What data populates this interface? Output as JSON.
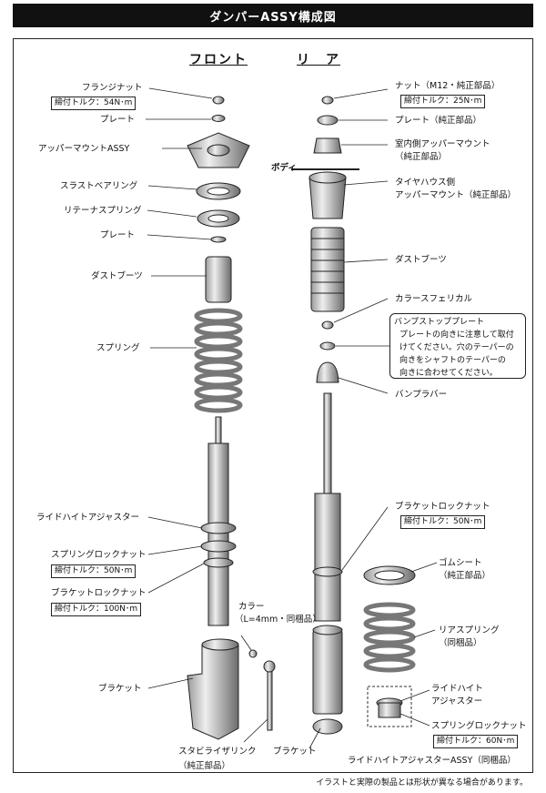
{
  "title": "ダンパーASSY構成図",
  "headers": {
    "front": "フロント",
    "rear": "リ　ア"
  },
  "body_label": "ボディ",
  "front": {
    "flange_nut": "フランジナット",
    "flange_nut_torque": "締付トルク：54N･m",
    "plate1": "プレート",
    "upper_mount": "アッパーマウントASSY",
    "thrust_bearing": "スラストベアリング",
    "retainer_spring": "リテーナスプリング",
    "plate2": "プレート",
    "dust_boots": "ダストブーツ",
    "spring": "スプリング",
    "ride_height_adjuster": "ライドハイトアジャスター",
    "spring_lock_nut": "スプリングロックナット",
    "spring_lock_nut_torque": "締付トルク：50N･m",
    "bracket_lock_nut": "ブラケットロックナット",
    "bracket_lock_nut_torque": "締付トルク：100N･m",
    "collar_line1": "カラー",
    "collar_line2": "（L=4mm・同梱品）",
    "bracket": "ブラケット",
    "stabilizer_link_line1": "スタビライザリンク",
    "stabilizer_link_line2": "（純正部品）"
  },
  "rear": {
    "nut": "ナット（M12・純正部品）",
    "nut_torque": "締付トルク：25N･m",
    "plate": "プレート（純正部品）",
    "cabin_mount_line1": "室内側アッパーマウント",
    "cabin_mount_line2": "（純正部品）",
    "tirehouse_mount_line1": "タイヤハウス側",
    "tirehouse_mount_line2": "アッパーマウント（純正部品）",
    "dust_boots": "ダストブーツ",
    "collar_spherical": "カラースフェリカル",
    "bump_stop_title": "バンプストッププレート",
    "bump_stop_note": [
      "プレートの向きに注意して取付",
      "けてください。穴のテーパーの",
      "向きをシャフトのテーパーの",
      "向きに合わせてください。"
    ],
    "bump_rubber": "バンプラバー",
    "bracket_lock_nut": "ブラケットロックナット",
    "bracket_lock_nut_torque": "締付トルク：50N･m",
    "rubber_seat_line1": "ゴムシート",
    "rubber_seat_line2": "（純正部品）",
    "rear_spring_line1": "リアスプリング",
    "rear_spring_line2": "（同梱品）",
    "ride_height_line1": "ライドハイト",
    "ride_height_line2": "アジャスター",
    "spring_lock_nut": "スプリングロックナット",
    "spring_lock_nut_torque": "締付トルク：60N･m",
    "bracket": "ブラケット",
    "ride_height_assy": "ライドハイトアジャスターASSY（同梱品）"
  },
  "footer": "イラストと実際の製品とは形状が異なる場合があります。"
}
